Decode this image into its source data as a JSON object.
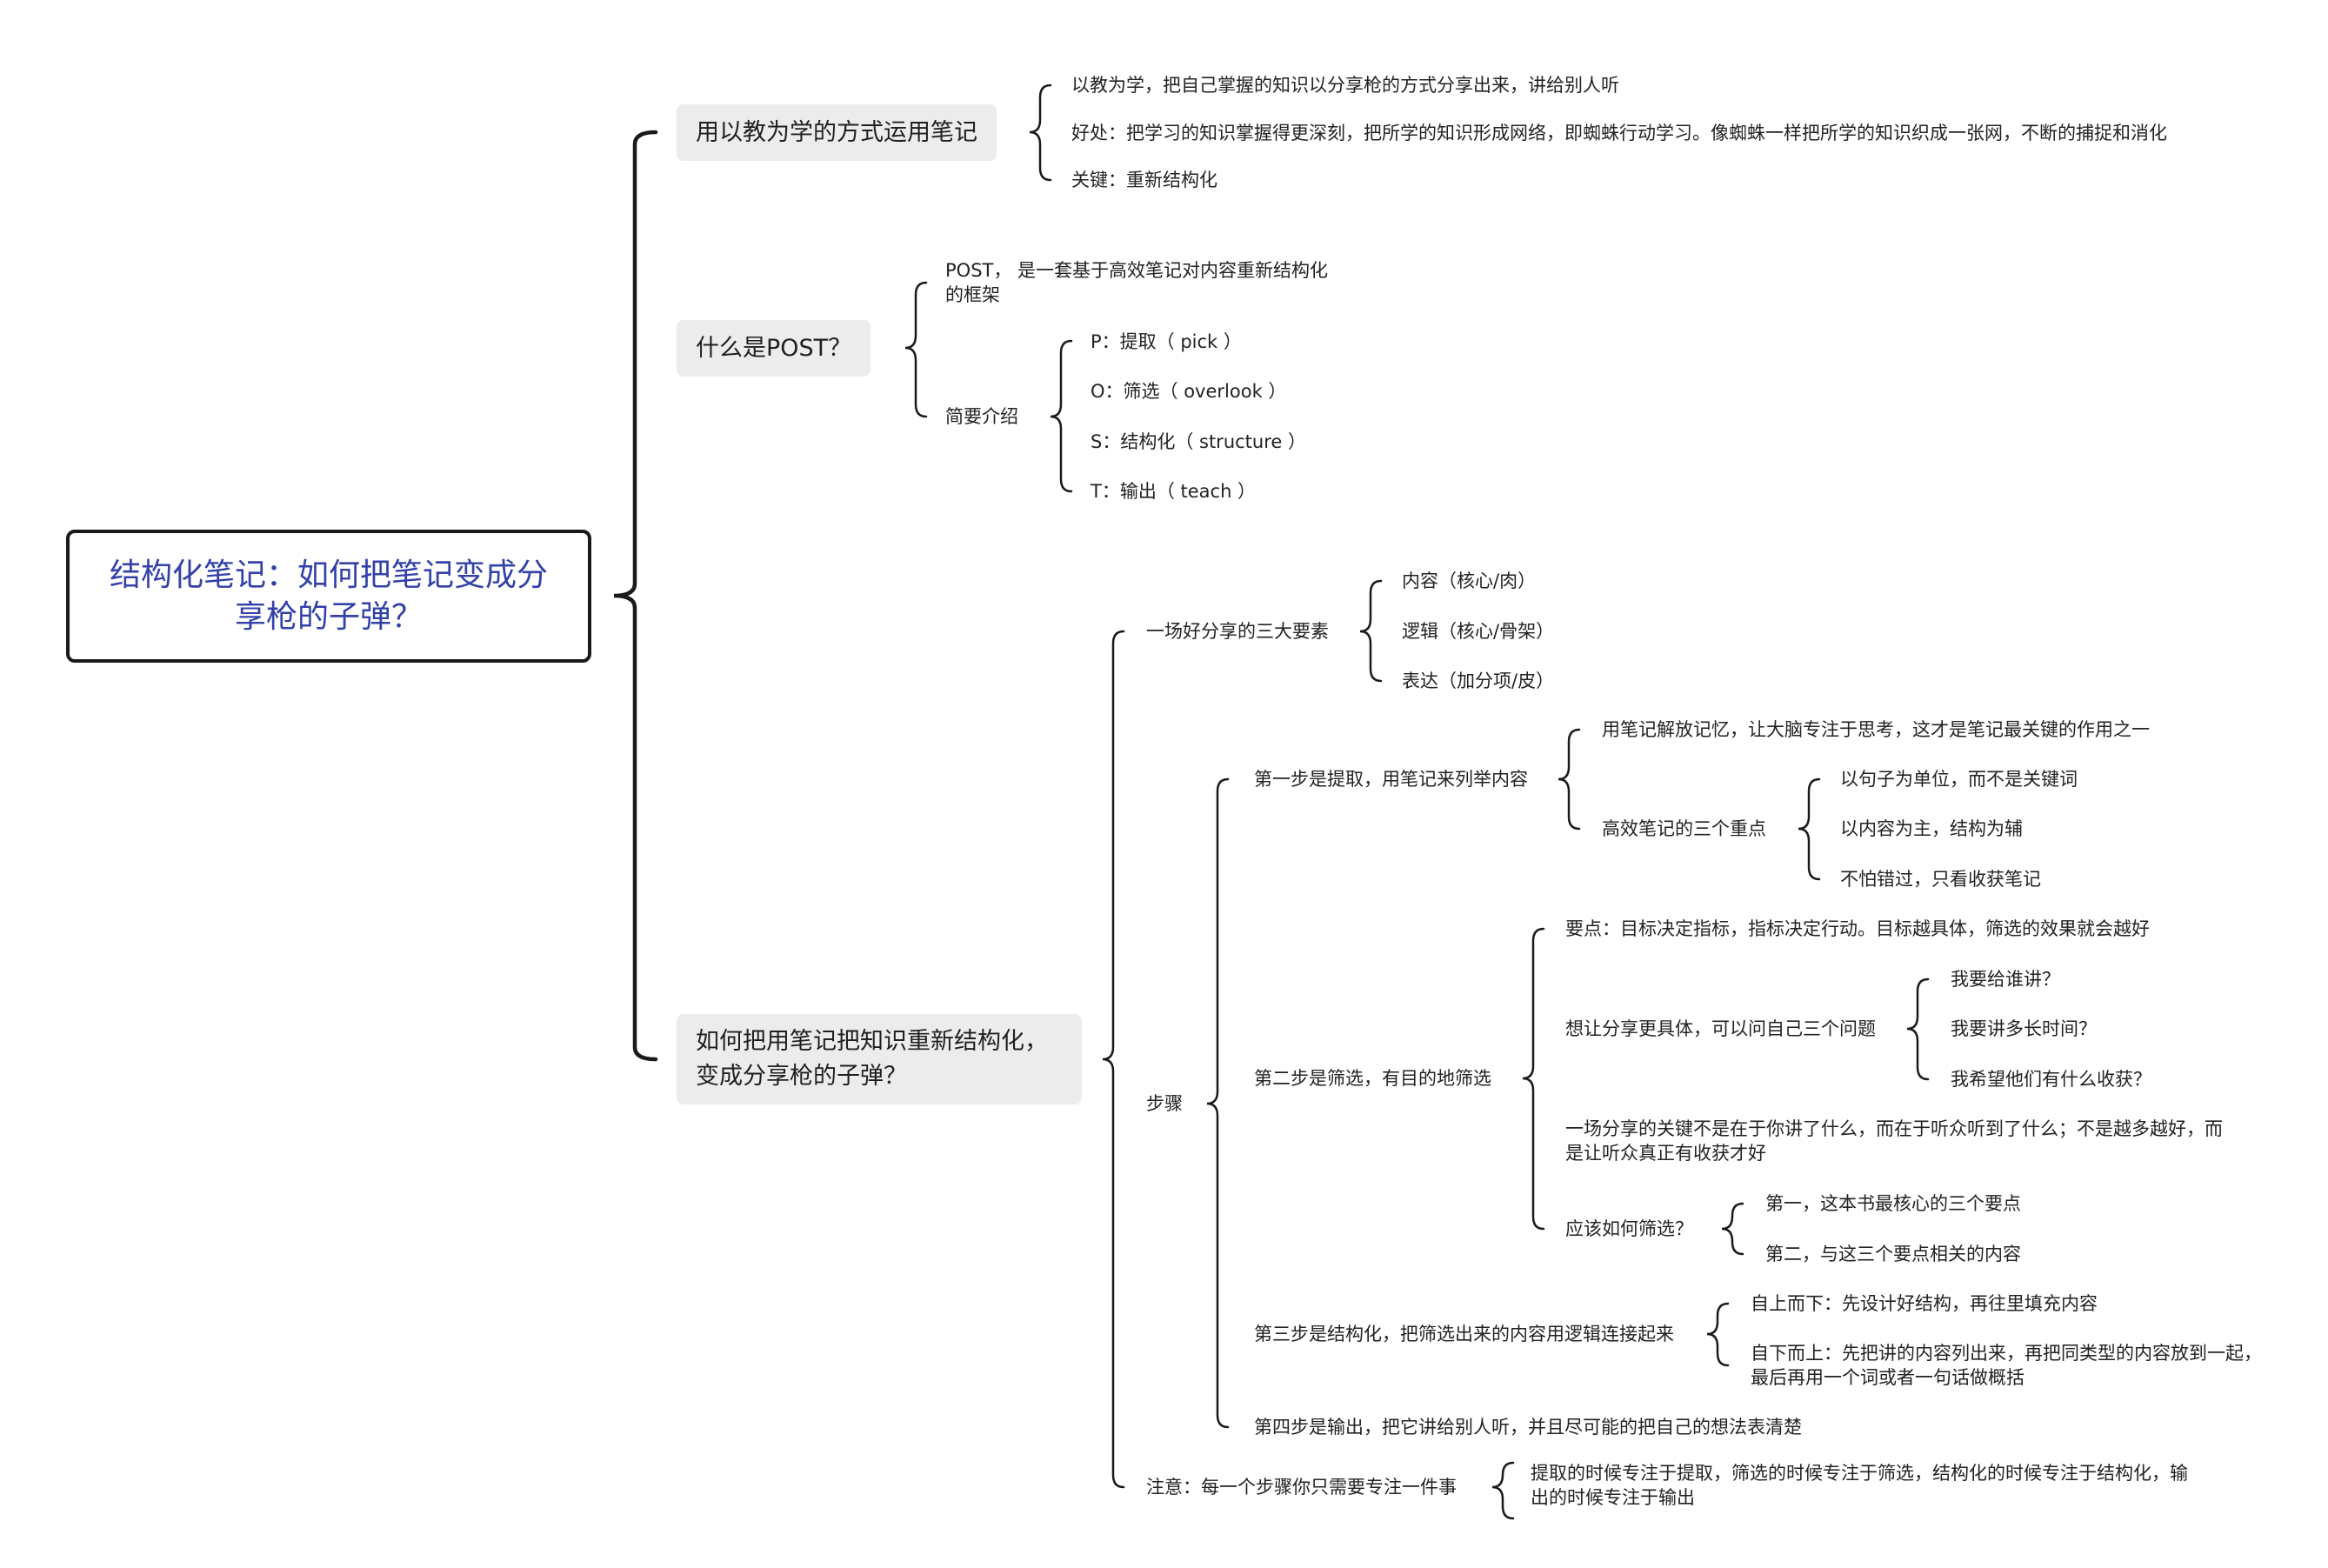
{
  "root": {
    "title": "结构化笔记：如何把笔记变成分享枪的子弹？"
  },
  "sections": {
    "teach": {
      "label": "用以教为学的方式运用笔记",
      "items": [
        "以教为学，把自己掌握的知识以分享枪的方式分享出来，讲给别人听",
        "好处：把学习的知识掌握得更深刻，把所学的知识形成网络，即蜘蛛行动学习。像蜘蛛一样把所学的知识织成一张网，不断的捕捉和消化",
        "关键：重新结构化"
      ]
    },
    "post": {
      "label": "什么是POST？",
      "definition": "POST， 是一套基于高效笔记对内容重新结构化的框架",
      "intro_label": "简要介绍",
      "items": [
        "P：提取（ pick ）",
        "O：筛选（ overlook ）",
        "S：结构化（ structure ）",
        "T：输出（ teach ）"
      ]
    },
    "how": {
      "label": "如何把用笔记把知识重新结构化，变成分享枪的子弹？",
      "elements": {
        "label": "一场好分享的三大要素",
        "items": [
          "内容（核心/肉）",
          "逻辑（核心/骨架）",
          "表达（加分项/皮）"
        ]
      },
      "steps_label": "步骤",
      "step1": {
        "label": "第一步是提取，用笔记来列举内容",
        "point": "用笔记解放记忆，让大脑专注于思考，这才是笔记最关键的作用之一",
        "keys_label": "高效笔记的三个重点",
        "keys": [
          "以句子为单位，而不是关键词",
          "以内容为主，结构为辅",
          "不怕错过，只看收获笔记"
        ]
      },
      "step2": {
        "label": "第二步是筛选，有目的地筛选",
        "point": "要点：目标决定指标，指标决定行动。目标越具体，筛选的效果就会越好",
        "questions_label": "想让分享更具体，可以问自己三个问题",
        "questions": [
          "我要给谁讲？",
          "我要讲多长时间？",
          "我希望他们有什么收获？"
        ],
        "key": "一场分享的关键不是在于你讲了什么，而在于听众听到了什么；不是越多越好，而是让听众真正有收获才好",
        "how_label": "应该如何筛选？",
        "how_items": [
          "第一，这本书最核心的三个要点",
          "第二，与这三个要点相关的内容"
        ]
      },
      "step3": {
        "label": "第三步是结构化，把筛选出来的内容用逻辑连接起来",
        "items": [
          "自上而下：先设计好结构，再往里填充内容",
          "自下而上：先把讲的内容列出来，再把同类型的内容放到一起，最后再用一个词或者一句话做概括"
        ]
      },
      "step4": {
        "label": "第四步是输出，把它讲给别人听，并且尽可能的把自己的想法表清楚"
      },
      "note": {
        "label": "注意：每一个步骤你只需要专注一件事",
        "text": "提取的时候专注于提取，筛选的时候专注于筛选，结构化的时候专注于结构化，输出的时候专注于输出"
      }
    }
  }
}
